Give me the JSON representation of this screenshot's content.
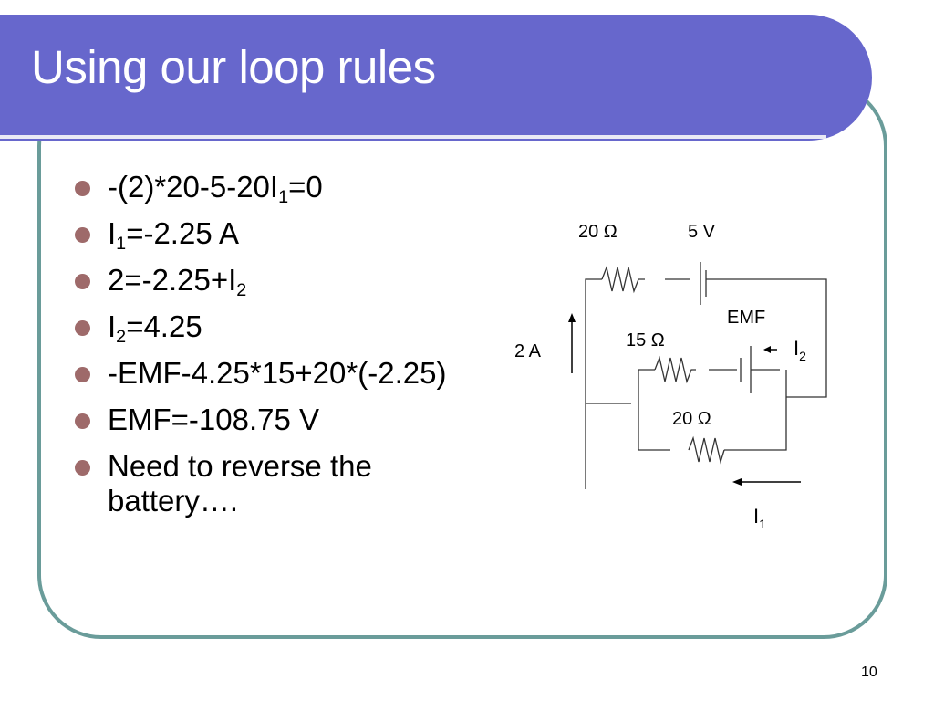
{
  "slide": {
    "title": "Using our loop rules",
    "page_number": "10",
    "colors": {
      "title_bar": "#6767cc",
      "frame_border": "#6a9c9a",
      "bullet": "#9e6a6a"
    }
  },
  "bullets": [
    {
      "pre": "-(2)*20-5-20I",
      "sub": "1",
      "post": "=0"
    },
    {
      "pre": "I",
      "sub": "1",
      "post": "=-2.25 A"
    },
    {
      "pre": "2=-2.25+I",
      "sub": "2",
      "post": ""
    },
    {
      "pre": "I",
      "sub": "2",
      "post": "=4.25"
    },
    {
      "pre": "-EMF-4.25*15+20*(-2.25)",
      "sub": "",
      "post": ""
    },
    {
      "pre": "EMF=-108.75 V",
      "sub": "",
      "post": ""
    },
    {
      "pre": "Need to reverse the battery….",
      "sub": "",
      "post": ""
    }
  ],
  "circuit": {
    "labels": {
      "r_top": "20 Ω",
      "v_top": "5 V",
      "emf": "EMF",
      "r_mid": "15 Ω",
      "i2_main": "I",
      "i2_sub": "2",
      "current_left": "2 A",
      "r_bottom": "20 Ω",
      "i1_main": "I",
      "i1_sub": "1"
    }
  }
}
